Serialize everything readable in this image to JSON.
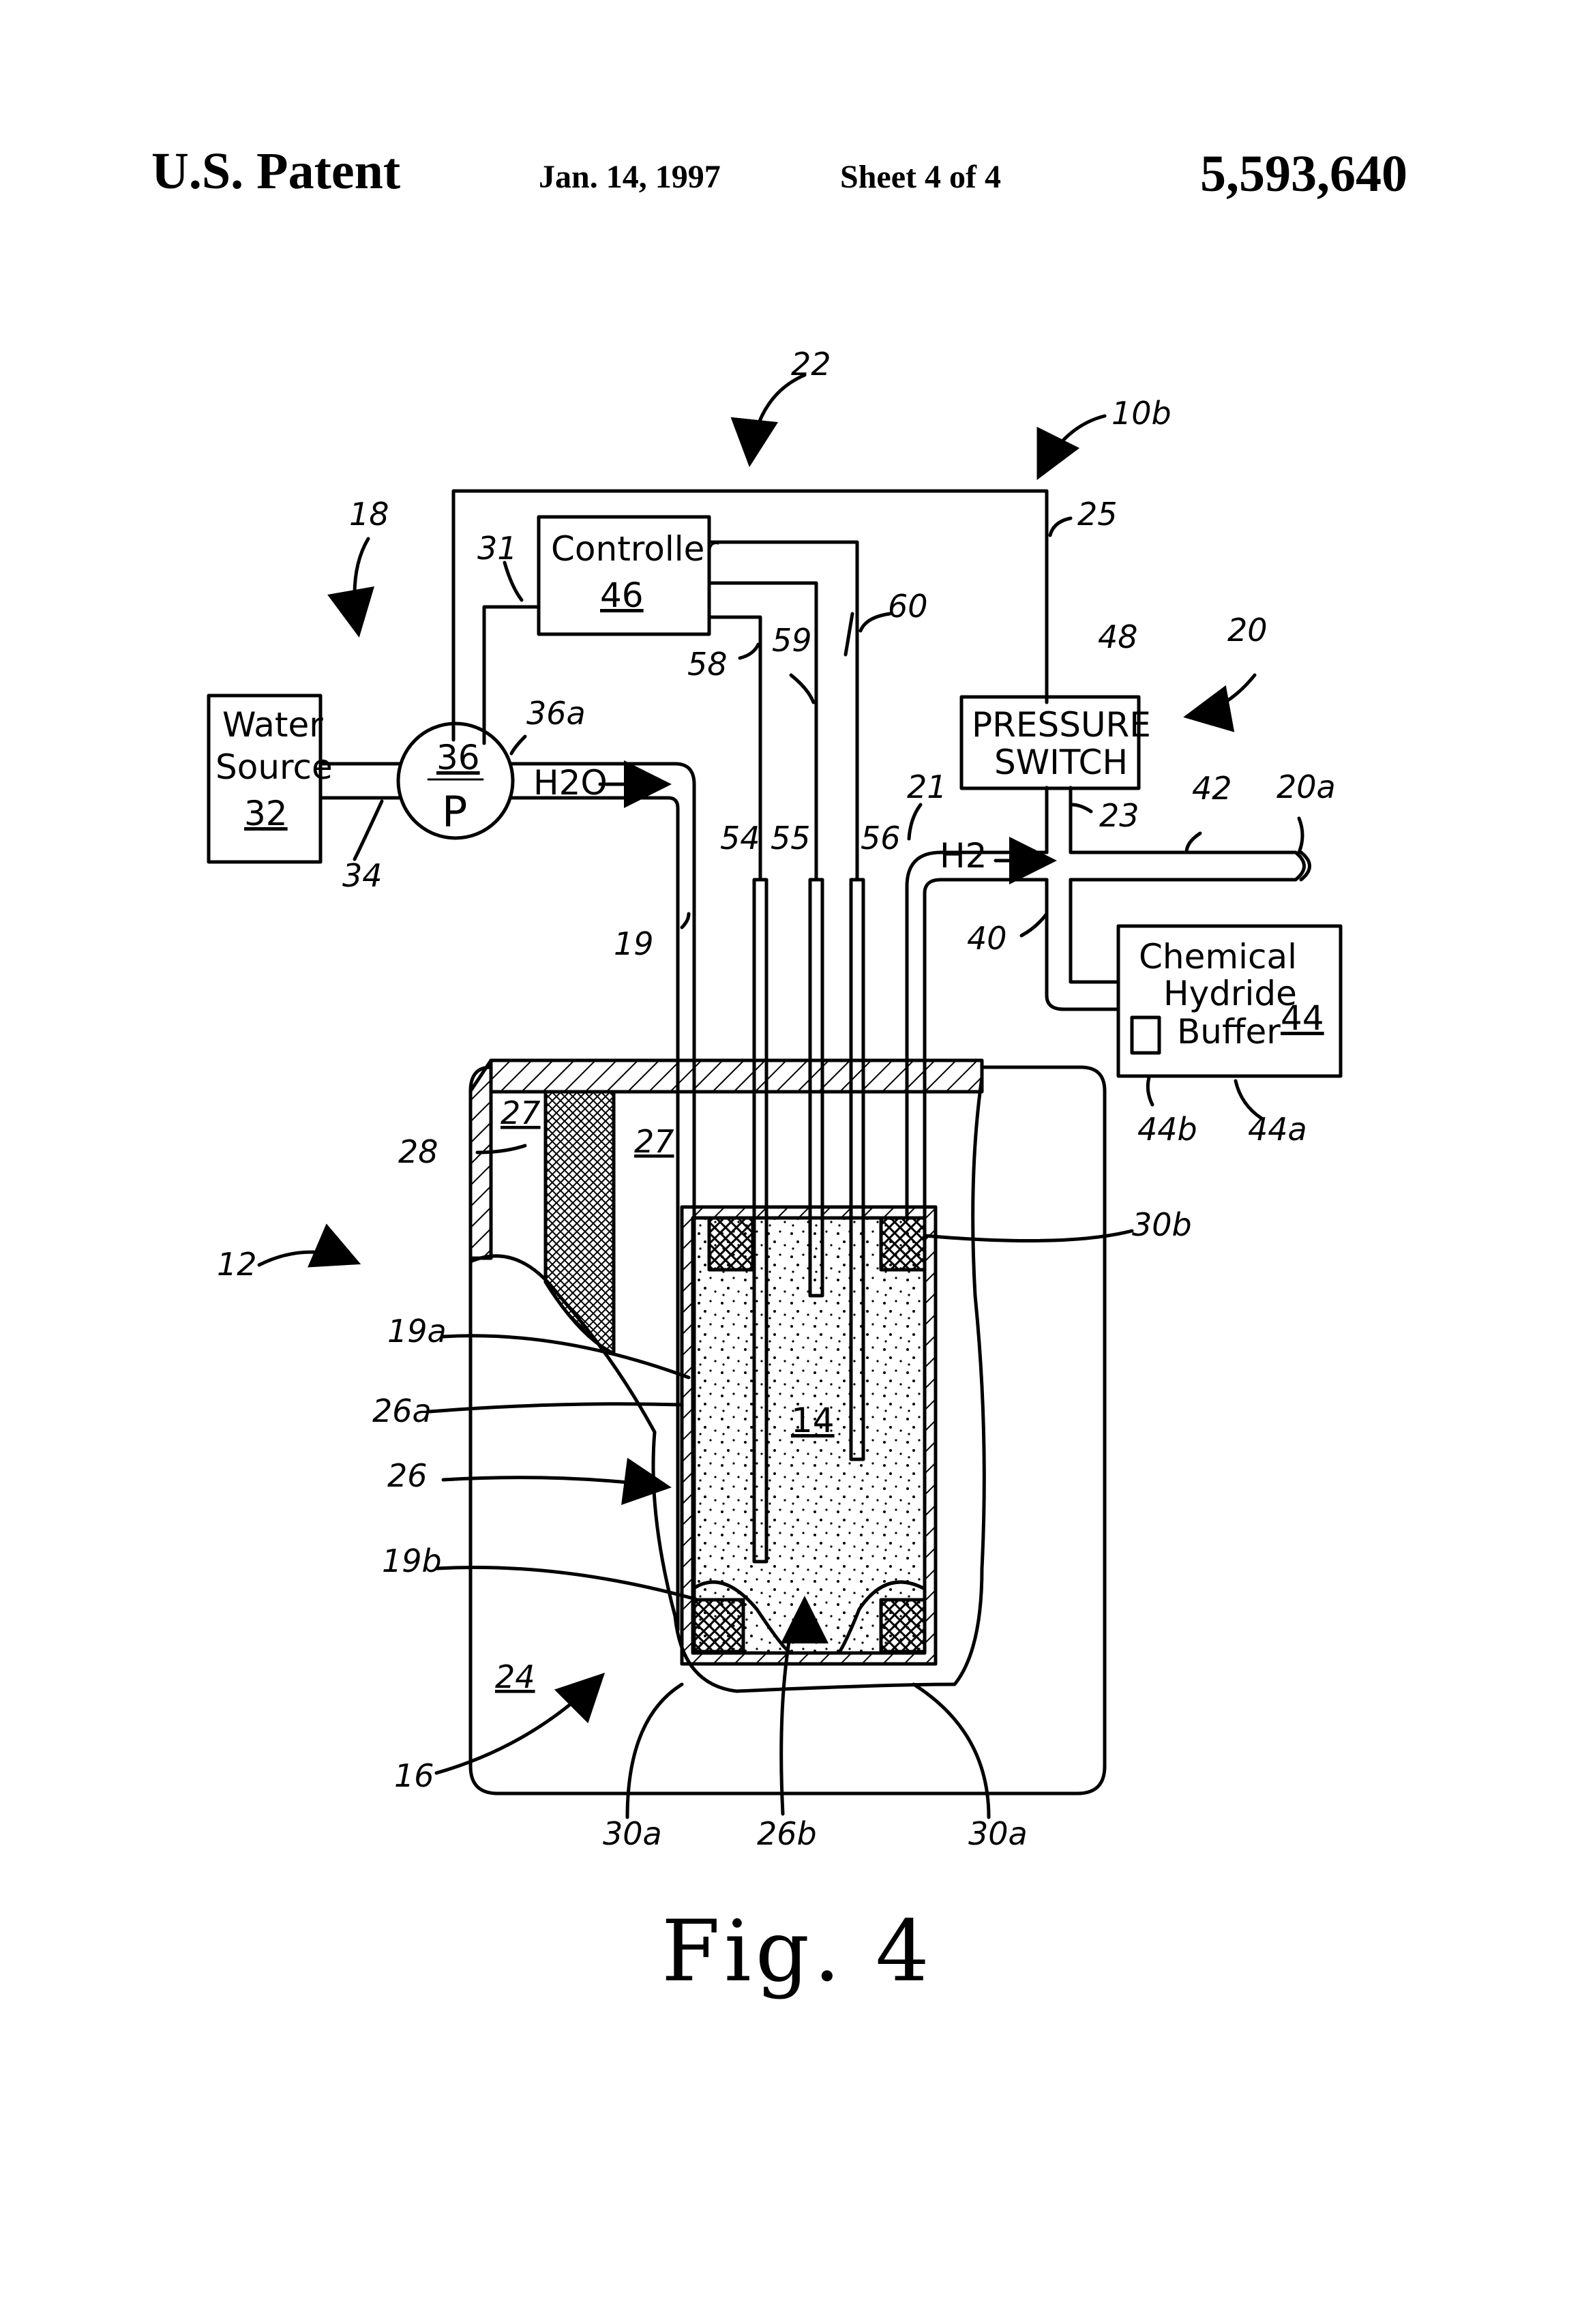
{
  "header": {
    "patent": "U.S. Patent",
    "date": "Jan. 14, 1997",
    "sheet": "Sheet 4 of 4",
    "number": "5,593,640"
  },
  "boxes": {
    "water_source_1": "Water",
    "water_source_2": "Source",
    "water_source_ref": "32",
    "pump_ref": "36",
    "pump_letter": "P",
    "controller": "Controller",
    "controller_ref": "46",
    "pressure_switch_1": "PRESSURE",
    "pressure_switch_2": "SWITCH",
    "buffer_1": "Chemical",
    "buffer_2": "Hydride",
    "buffer_3": "Buffer",
    "buffer_ref": "44",
    "hydride_ref": "14"
  },
  "flow": {
    "water": "H2O",
    "hydrogen": "H2"
  },
  "refs": {
    "r10b": "10b",
    "r12": "12",
    "r16": "16",
    "r18": "18",
    "r19": "19",
    "r19a": "19a",
    "r19b": "19b",
    "r20": "20",
    "r20a": "20a",
    "r21": "21",
    "r22": "22",
    "r23": "23",
    "r24": "24",
    "r25": "25",
    "r26": "26",
    "r26a": "26a",
    "r26b": "26b",
    "r27a": "27",
    "r27b": "27",
    "r28": "28",
    "r30a_l": "30a",
    "r30a_r": "30a",
    "r30b": "30b",
    "r31": "31",
    "r34": "34",
    "r36a": "36a",
    "r40": "40",
    "r42": "42",
    "r44a": "44a",
    "r44b": "44b",
    "r48": "48",
    "r54": "54",
    "r55": "55",
    "r56": "56",
    "r58": "58",
    "r59": "59",
    "r60": "60"
  },
  "caption": "Fig. 4"
}
